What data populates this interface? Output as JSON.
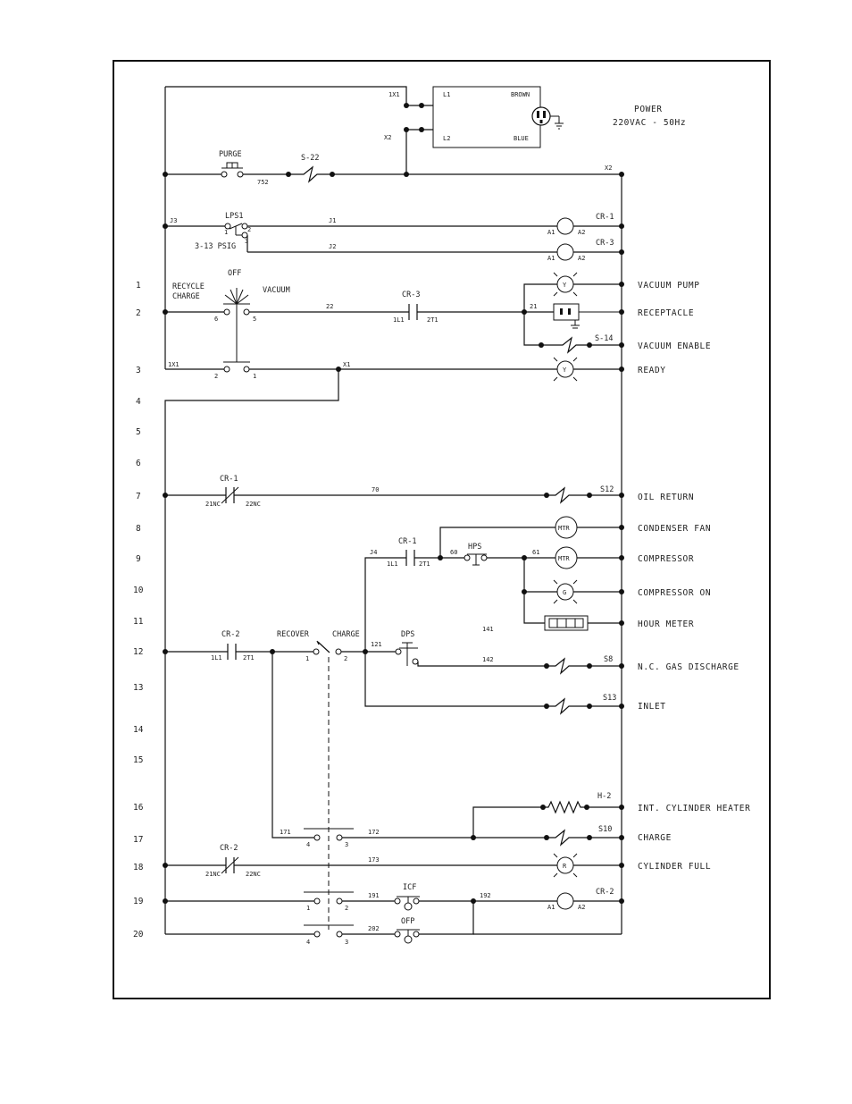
{
  "power": {
    "title": "POWER",
    "spec": "220VAC - 50Hz",
    "l1": "L1",
    "l2": "L2",
    "brown": "BROWN",
    "blue": "BLUE",
    "x1_tag": "1X1",
    "x2_tag": "X2"
  },
  "purge": {
    "label": "PURGE",
    "wire": "752",
    "solenoid": "S-22",
    "x2": "X2"
  },
  "lps": {
    "label": "LPS1",
    "setting": "3-13 PSIG",
    "pin1": "1",
    "pin2": "2",
    "pin3": "3",
    "wire_j3": "J3",
    "wire_j1": "J1",
    "wire_j2": "J2"
  },
  "relays": {
    "cr1": "CR-1",
    "cr3": "CR-3",
    "cr2": "CR-2",
    "a1": "A1",
    "a2": "A2"
  },
  "selector": {
    "off": "OFF",
    "recycle": "RECYCLE",
    "charge": "CHARGE",
    "vacuum": "VACUUM",
    "pin6": "6",
    "pin5": "5",
    "pin2": "2",
    "pin1": "1",
    "wire_1x1": "1X1",
    "wire_x1": "X1"
  },
  "rung_labels": {
    "vac_pump": "VACUUM PUMP",
    "receptacle": "RECEPTACLE",
    "vac_enable": "VACUUM ENABLE",
    "ready": "READY",
    "oil_return": "OIL RETURN",
    "cond_fan": "CONDENSER FAN",
    "compressor": "COMPRESSOR",
    "comp_on": "COMPRESSOR ON",
    "hour_meter": "HOUR METER",
    "nc_gas": "N.C. GAS DISCHARGE",
    "inlet": "INLET",
    "int_heater": "INT. CYLINDER HEATER",
    "charge": "CHARGE",
    "cyl_full": "CYLINDER FULL"
  },
  "rung_numbers": [
    "1",
    "2",
    "3",
    "4",
    "5",
    "6",
    "7",
    "8",
    "9",
    "10",
    "11",
    "12",
    "13",
    "14",
    "15",
    "16",
    "17",
    "18",
    "19",
    "20"
  ],
  "wires": {
    "w22": "22",
    "w21": "21",
    "w70": "70",
    "j4": "J4",
    "w60": "60",
    "w61": "61",
    "w141": "141",
    "w121": "121",
    "w142": "142",
    "w171": "171",
    "w172": "172",
    "w173": "173",
    "w191": "191",
    "w192": "192",
    "w202": "202"
  },
  "contacts": {
    "l1": "1L1",
    "t1": "2T1",
    "nc21": "21NC",
    "nc22": "22NC",
    "p1": "1",
    "p2": "2",
    "p3": "3",
    "p4": "4"
  },
  "devices": {
    "s14": "S-14",
    "s12": "S12",
    "s8": "S8",
    "s13": "S13",
    "s10": "S10",
    "h2": "H-2",
    "hps": "HPS",
    "dps": "DPS",
    "icf": "ICF",
    "ofp": "OFP",
    "recover": "RECOVER",
    "charge_sw": "CHARGE",
    "mtr": "MTR",
    "lamp_y": "Y",
    "lamp_g": "G",
    "lamp_r": "R"
  }
}
